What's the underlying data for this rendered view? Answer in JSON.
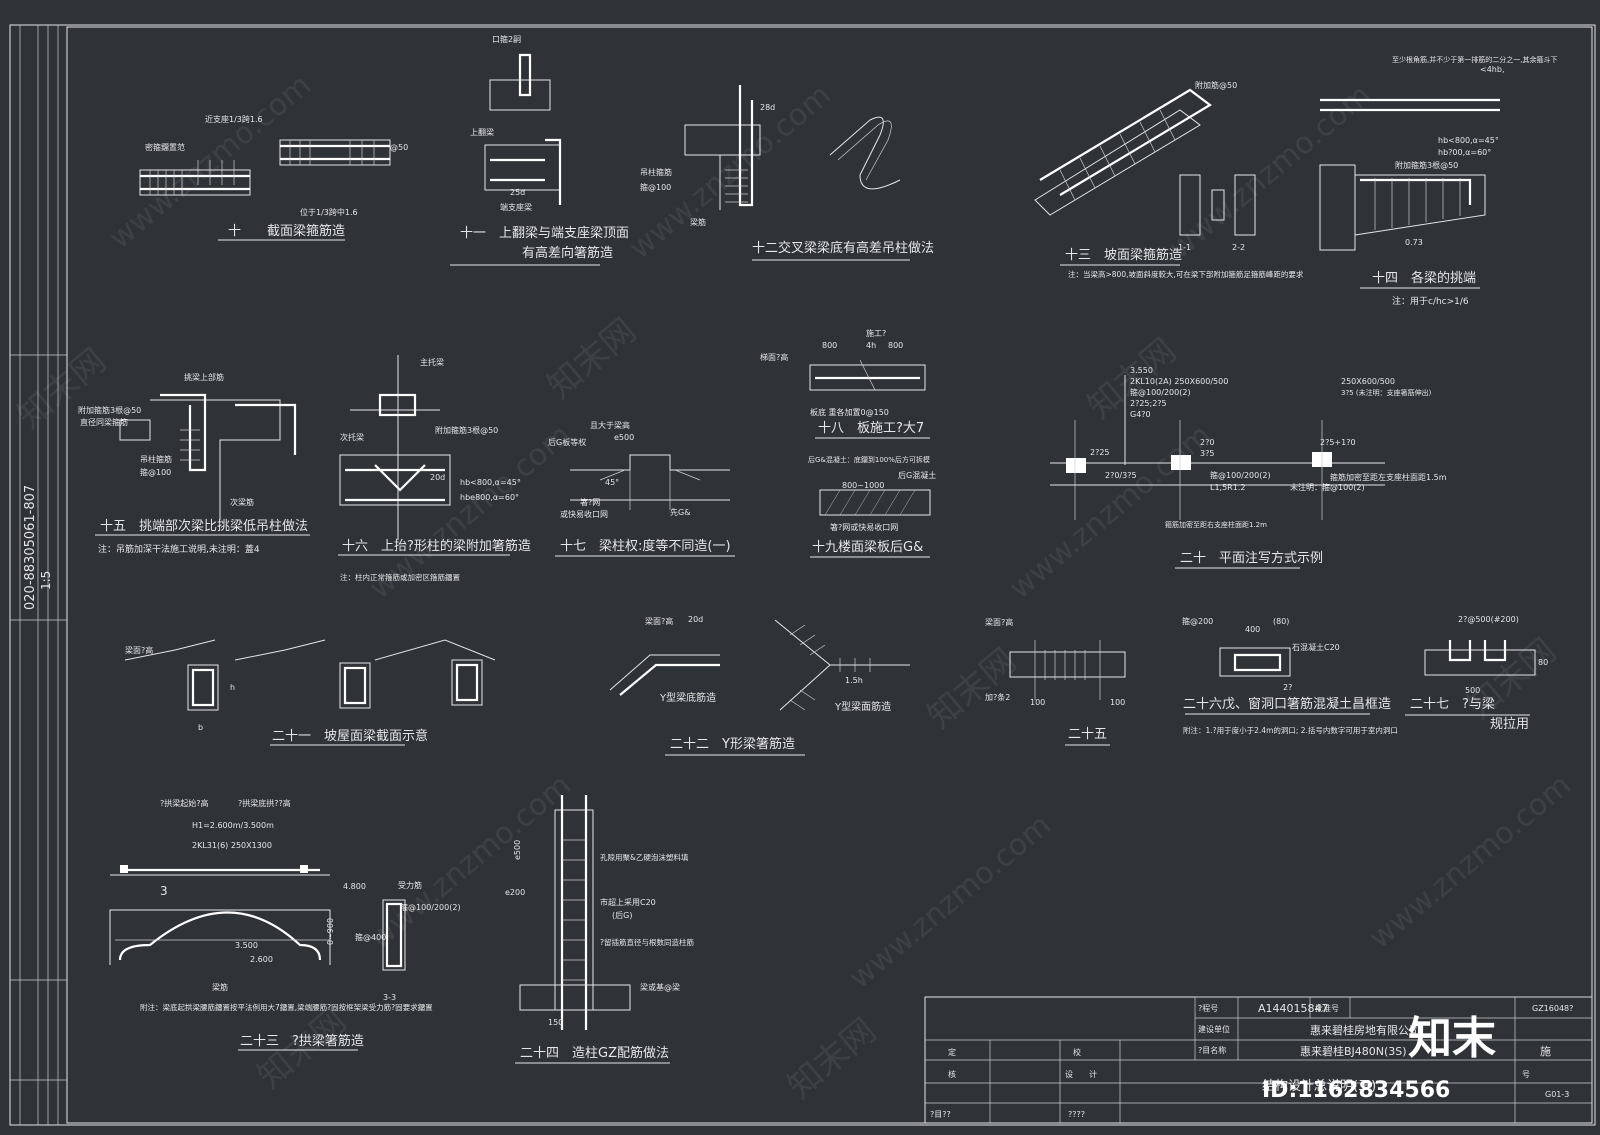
{
  "sidebar_labels": [
    "020-88305061-807",
    "1:5"
  ],
  "details": [
    {
      "title": "十　　截面梁箍筋造",
      "labels": [
        "近支座1/3跨1.6",
        "密箍鐂置范",
        "@50",
        "位于1/3跨中1.6"
      ]
    },
    {
      "title": "十一　上翻梁与端支座梁顶面",
      "subtitle": "有高差向箸筋造",
      "labels": [
        "口箍2嗣",
        "上翻梁",
        "端支座梁",
        "25d"
      ]
    },
    {
      "title": "十二交叉梁梁底有高差吊柱做法",
      "labels": [
        "吊柱箍筋",
        "箍@100",
        "梁筋",
        "28d"
      ]
    },
    {
      "title": "十三　坡面梁箍筋造",
      "labels": [
        "附加筋@50",
        "1-1",
        "2-2"
      ],
      "note": "注：当梁高>800,坡面斜度較大,可在梁下部附加箍筋足箍筋峰距的要求"
    },
    {
      "title": "十四　各梁的挑端",
      "labels": [
        "至少根角筋,并不少于第一排筋的二分之一,其余箍斗下",
        "<4hb,",
        "hb<800,α=45°",
        "hb?00,α=60°",
        "附加箍筋3根@50",
        "0.73"
      ],
      "note": "注：用于c/hc>1/6"
    },
    {
      "title": "十五　挑端部次梁比挑梁低吊柱做法",
      "labels": [
        "挑梁上部筋",
        "附加箍筋3根@50",
        "直径同梁箍筋",
        "吊柱箍筋",
        "箍@100",
        "次梁筋"
      ],
      "note": "注：吊筋加深干法施工说明,未注明：蓋4"
    },
    {
      "title": "十六　上抬?形柱的梁附加箸筋造",
      "labels": [
        "主托梁",
        "次托梁",
        "附加箍筋3根@50",
        "hb<800,α=45°",
        "hbe800,α=60°",
        "20d"
      ],
      "note": "注：柱内正常箍筋或加密区箍筋鐂置"
    },
    {
      "title": "十七　梁柱权:度等不同造(一)",
      "labels": [
        "且大于梁高",
        "e500",
        "后G板等权",
        "45°",
        "箸?网",
        "或快易收口网",
        "先G&"
      ]
    },
    {
      "title": "十八　板施工?大7",
      "labels": [
        "梯面?高",
        "800",
        "施工?",
        "4h",
        "800",
        "板底 重各加置0@150"
      ]
    },
    {
      "title": "十九楼面梁板后G&",
      "labels": [
        "后G&混凝土：底鐂到100%后方可拆模",
        "后G混凝土",
        "800~1000",
        "箸?网或快易收口网"
      ]
    },
    {
      "title": "二十　平面注写方式示例",
      "labels": [
        "3.550",
        "2KL10(2A) 250X600/500",
        "箍@100/200(2)",
        "2?25;2?5",
        "G4?0",
        "250X600/500",
        "3?5 (未注明：支座箸筋伸出)",
        "2?25",
        "2?0",
        "3?5",
        "2?5+1?0",
        "2?0/3?5",
        "箍@100/200(2)",
        "L1,5R1.2",
        "未注明：箍@100(2)",
        "箍筋加密至距左支座柱面距1.5m",
        "箍筋加密至距右支座柱面距1.2m"
      ]
    },
    {
      "title": "二十一　坡屋面梁截面示意",
      "labels": [
        "梁面?高",
        "b",
        "h"
      ]
    },
    {
      "title": "二十二　Y形梁箸筋造",
      "labels": [
        "梁面?高",
        "20d",
        "Y型梁底筋造",
        "Y型梁面筋造",
        "1.5h"
      ]
    },
    {
      "title": "二十三　?拱梁箸筋造",
      "labels": [
        "?拱梁起始?高",
        "?拱梁底拱??高",
        "H1=2.600m/3.500m",
        "2KL31(6) 250X1300",
        "4.800",
        "3.500",
        "2.600",
        "受力筋",
        "箍@100/200(2)",
        "箍@400",
        "0~900",
        "3-3",
        "梁筋",
        "3"
      ],
      "note": "附注：梁底起拱梁腰筋鐂置按平法例用大7鐂置,梁端腰筋?固按框架梁受力筋?固要求鐂置"
    },
    {
      "title": "二十四　造柱GZ配筋做法",
      "labels": [
        "e500",
        "e200",
        "孔隙用聚&乙硬泡沫塑料填",
        "市超上采用C20",
        "(后G)",
        "?留插筋直径与根数同造柱筋",
        "150",
        "梁或基@梁"
      ]
    },
    {
      "title": "二十五",
      "labels": [
        "梁面?高",
        "加?条2",
        "100",
        "100"
      ]
    },
    {
      "title": "二十六戊、窗洞口箸筋混凝土昌框造",
      "labels": [
        "箍@200",
        "(80)",
        "400",
        "石混凝土C20",
        "2?"
      ],
      "note": "附注：1.?用于度小于2.4m的洞口; 2.括号内数字可用于室内洞口"
    },
    {
      "title": "二十七　?与梁",
      "subtitle": "规拉用",
      "labels": [
        "2?@500(#200)",
        "500",
        "80"
      ]
    }
  ],
  "title_block": {
    "project_no_label": "?程号",
    "project_no": "A144015847",
    "approval_label": "批准号",
    "drawing_no": "GZ16048?",
    "client_label": "建设单位",
    "client": "惠来碧桂房地有限公司",
    "project_label": "?目名称",
    "project": "惠来碧桂BJ480N(3S)",
    "stage": "施",
    "rows": [
      "定",
      "核",
      "?目??"
    ],
    "col2": [
      "校",
      "设　　计",
      "????"
    ],
    "sheet_title": "结构设计总说明(三)",
    "sheet_no_label": "号",
    "sheet_no": "G01-3"
  },
  "watermark": {
    "cn": "知末网",
    "en": "www.znzmo.com",
    "brand": "知末",
    "id_text": "ID:1162834566"
  }
}
